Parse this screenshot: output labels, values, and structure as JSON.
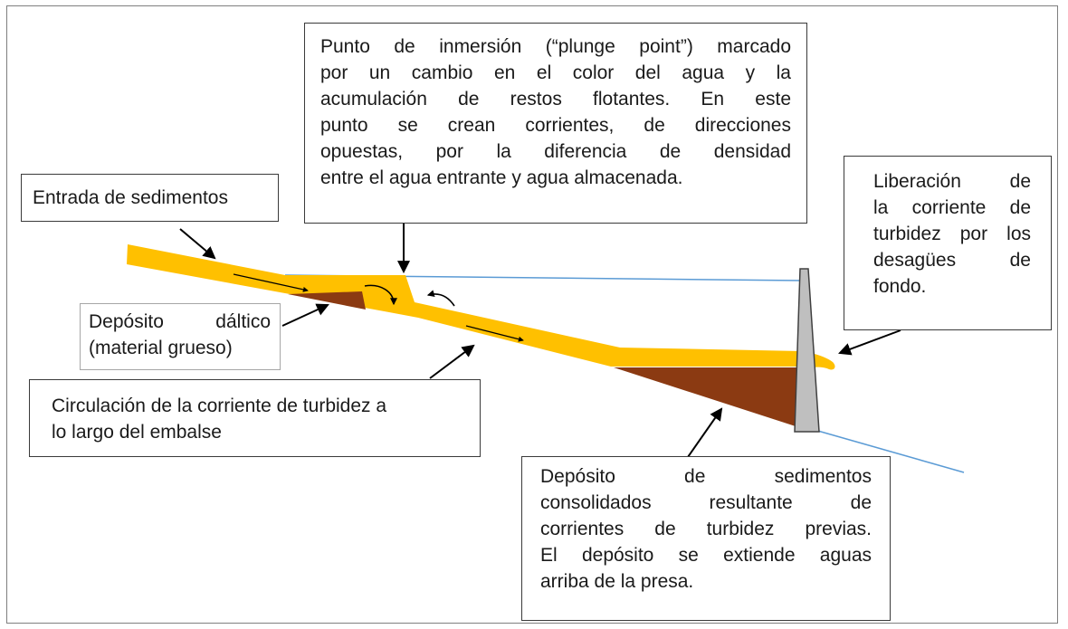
{
  "colors": {
    "sediment_flow": "#FFC000",
    "deposit": "#8B3A12",
    "water_line": "#5B9BD5",
    "dam": "#BFBFBF",
    "arrow": "#000000"
  },
  "labels": {
    "entrada": "Entrada de sedimentos",
    "plunge_lines": [
      "Punto de inmersión (“plunge point”) marcado",
      "por un cambio en el color del agua y la",
      "acumulación de restos flotantes. En este",
      "punto se crean corrientes, de direcciones",
      "opuestas, por la diferencia de densidad",
      "entre el agua entrante y agua almacenada."
    ],
    "liberacion_lines": [
      "Liberación de",
      "la corriente de",
      "turbidez por los",
      "desagües de",
      "fondo."
    ],
    "dalta_lines": [
      "Depósito dáltico",
      "(material grueso)"
    ],
    "circulacion_lines": [
      "Circulación de la corriente de turbidez a",
      "lo largo del embalse"
    ],
    "consolidados_lines": [
      "Depósito de sedimentos",
      "consolidados resultante de",
      "corrientes de turbidez previas.",
      "El depósito se extiende aguas",
      "arriba de la presa."
    ]
  }
}
